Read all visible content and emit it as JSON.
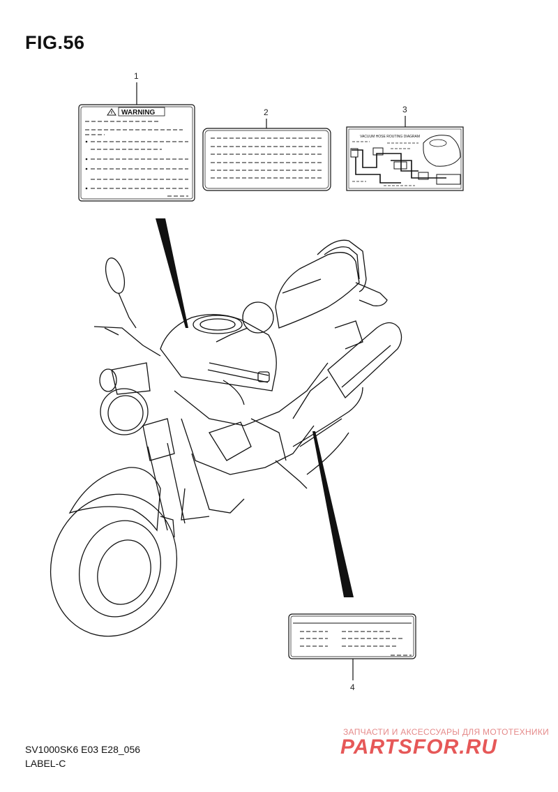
{
  "figure": {
    "title": "FIG.56"
  },
  "callouts": {
    "c1": "1",
    "c2": "2",
    "c3": "3",
    "c4": "4"
  },
  "labels": {
    "warning_header": "WARNING",
    "vacuum_title": "VACUUM HOSE ROUTING DIAGRAM"
  },
  "footer": {
    "model_code": "SV1000SK6 E03 E28_056",
    "section": "LABEL-C"
  },
  "watermark": {
    "tagline": "ЗАПЧАСТИ И АКСЕССУАРЫ ДЛЯ МОТОТЕХНИКИ",
    "logo": "PARTSFOR.RU"
  },
  "icons": [
    "warning-triangle-icon"
  ],
  "colors": {
    "line": "#111111",
    "watermark": "#e23b3b"
  }
}
